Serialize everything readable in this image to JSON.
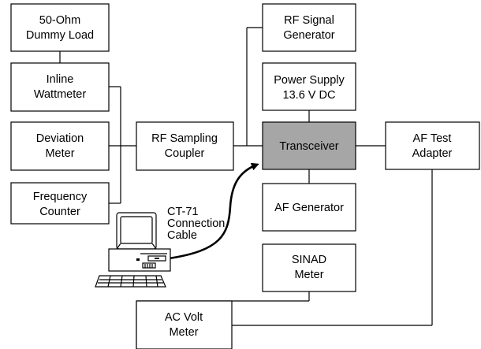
{
  "blocks": {
    "dummy_load": [
      "50-Ohm",
      "Dummy Load"
    ],
    "wattmeter": [
      "Inline",
      "Wattmeter"
    ],
    "deviation_meter": [
      "Deviation",
      "Meter"
    ],
    "frequency_counter": [
      "Frequency",
      "Counter"
    ],
    "rf_sampling_coupler": [
      "RF Sampling",
      "Coupler"
    ],
    "rf_signal_generator": [
      "RF Signal",
      "Generator"
    ],
    "power_supply": [
      "Power Supply",
      "13.6 V  DC"
    ],
    "transceiver": [
      "Transceiver"
    ],
    "af_generator": [
      "AF Generator"
    ],
    "af_test_adapter": [
      "AF Test",
      "Adapter"
    ],
    "sinad_meter": [
      "SINAD",
      "Meter"
    ],
    "ac_volt_meter": [
      "AC Volt",
      "Meter"
    ]
  },
  "cable_label": [
    "CT-71",
    "Connection",
    "Cable"
  ],
  "colors": {
    "transceiver_fill": "#a6a6a6",
    "line": "#000000",
    "background": "#ffffff"
  },
  "icons": {
    "computer": "computer-icon",
    "cable_arrow": "arrow-icon"
  }
}
